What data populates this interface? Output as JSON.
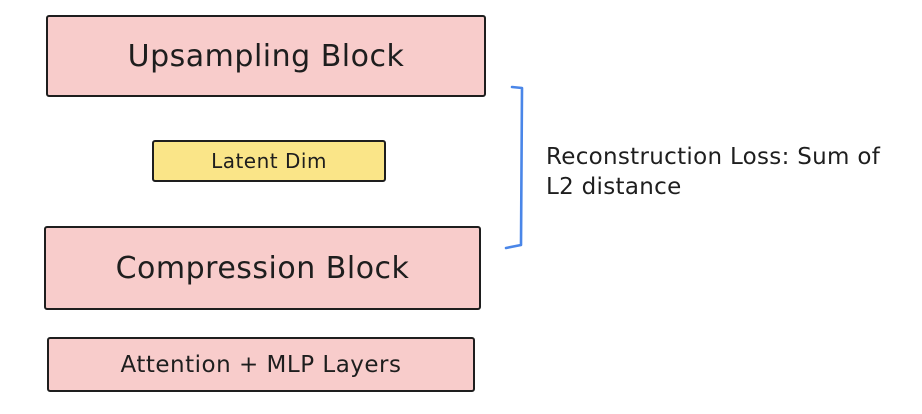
{
  "diagram": {
    "nodes": [
      {
        "id": "upsampling-block",
        "label": "Upsampling Block",
        "fill": "#f8cccb"
      },
      {
        "id": "latent-dim",
        "label": "Latent Dim",
        "fill": "#fae588"
      },
      {
        "id": "compression-block",
        "label": "Compression Block",
        "fill": "#f8cccb"
      },
      {
        "id": "attention-mlp-layers",
        "label": "Attention + MLP Layers",
        "fill": "#f8cccb"
      }
    ],
    "annotation": {
      "line1": "Reconstruction Loss: Sum of",
      "line2": "L2 distance"
    },
    "colors": {
      "block_pink": "#f8cccb",
      "block_yellow": "#fae588",
      "stroke": "#1e1e1e",
      "bracket_blue": "#4a86e8",
      "background": "#ffffff"
    }
  }
}
